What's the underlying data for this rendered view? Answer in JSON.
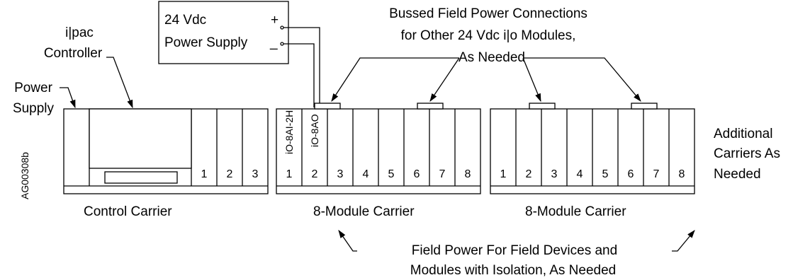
{
  "supply_box": {
    "line1": "24 Vdc",
    "line2": "Power Supply",
    "plus": "+",
    "minus": "_"
  },
  "labels": {
    "ipac_line1": "i|pac",
    "ipac_line2": "Controller",
    "power_line1": "Power",
    "power_line2": "Supply",
    "bussed_line1": "Bussed Field Power Connections",
    "bussed_line2": "for Other 24 Vdc i|o Modules,",
    "bussed_line3": "As Needed",
    "additional_line1": "Additional",
    "additional_line2": "Carriers As",
    "additional_line3": "Needed",
    "field_line1": "Field Power For Field Devices and",
    "field_line2": "Modules with Isolation, As Needed",
    "figure_code": "AG00308b"
  },
  "carriers": [
    {
      "caption": "Control Carrier",
      "slots": [
        "1",
        "2",
        "3"
      ]
    },
    {
      "caption": "8-Module Carrier",
      "slots": [
        "1",
        "2",
        "3",
        "4",
        "5",
        "6",
        "7",
        "8"
      ],
      "module_labels": [
        "iO-8AI-2H",
        "iO-8AO"
      ]
    },
    {
      "caption": "8-Module Carrier",
      "slots": [
        "1",
        "2",
        "3",
        "4",
        "5",
        "6",
        "7",
        "8"
      ]
    }
  ]
}
